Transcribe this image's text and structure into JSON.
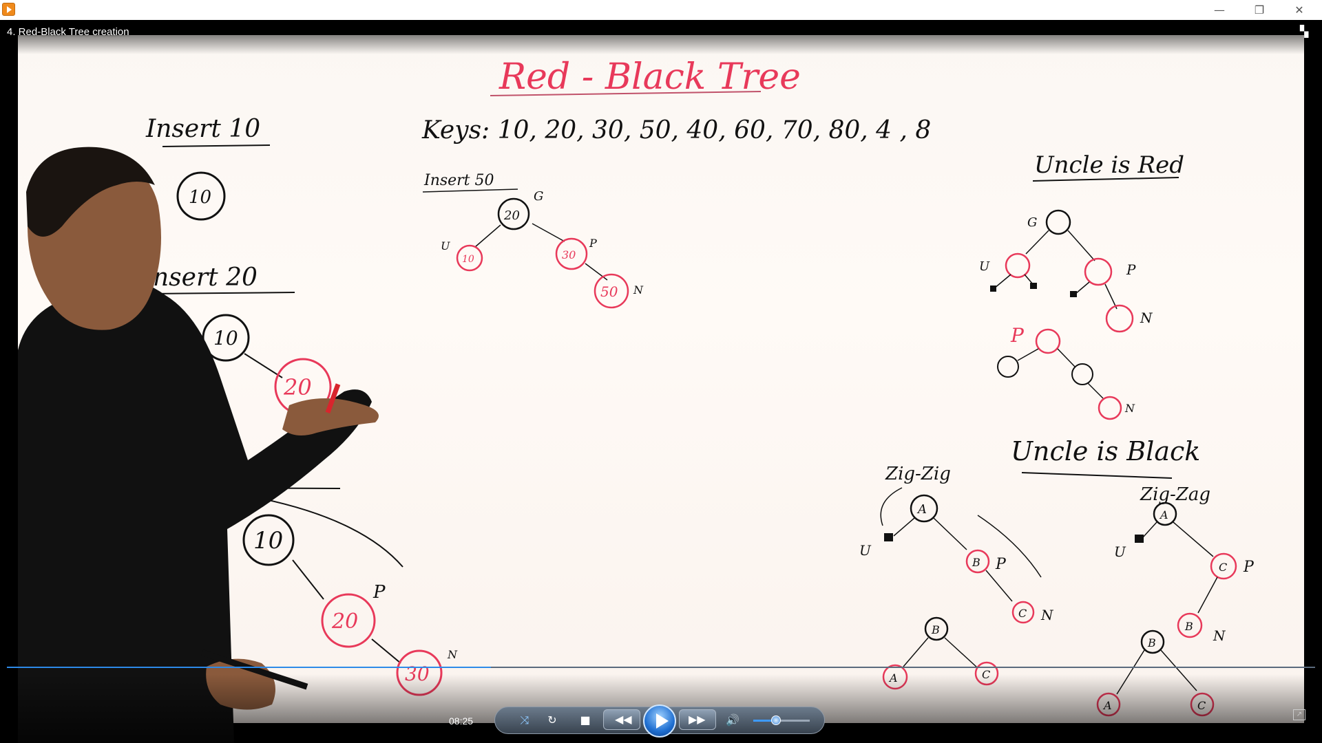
{
  "window": {
    "minimize_glyph": "—",
    "restore_glyph": "❐",
    "close_glyph": "✕"
  },
  "video": {
    "title": "4. Red-Black Tree creation",
    "fullscreen_icon": "▚"
  },
  "board": {
    "heading": "Red - Black  Tree",
    "keys_text": "Keys:  10, 20, 30, 50, 40, 60, 70, 80, 4 , 8",
    "insert10_title": "Insert 10",
    "insert20_title": "nsert  20",
    "insert30_title": "30",
    "insert50_title": "Insert 50",
    "uncle_red_title": "Uncle  is  Red",
    "uncle_black_title": "Uncle is Black",
    "zigzig_label": "Zig-Zig",
    "zigzag_label": "Zig-Zag",
    "node_10": "10",
    "node_20": "20",
    "node_30": "30",
    "node_50": "50",
    "node_20_small": "20",
    "node_10_small": "10",
    "node_30_small": "30",
    "label_G": "G",
    "label_U": "U",
    "label_P": "P",
    "label_N": "N",
    "label_A": "A",
    "label_B": "B",
    "label_C": "C"
  },
  "player": {
    "current_time": "08:25",
    "progress_fraction": 0.37,
    "volume_fraction": 0.4,
    "colors": {
      "accent": "#2d8ae8",
      "marker_red": "#e8395a"
    }
  }
}
